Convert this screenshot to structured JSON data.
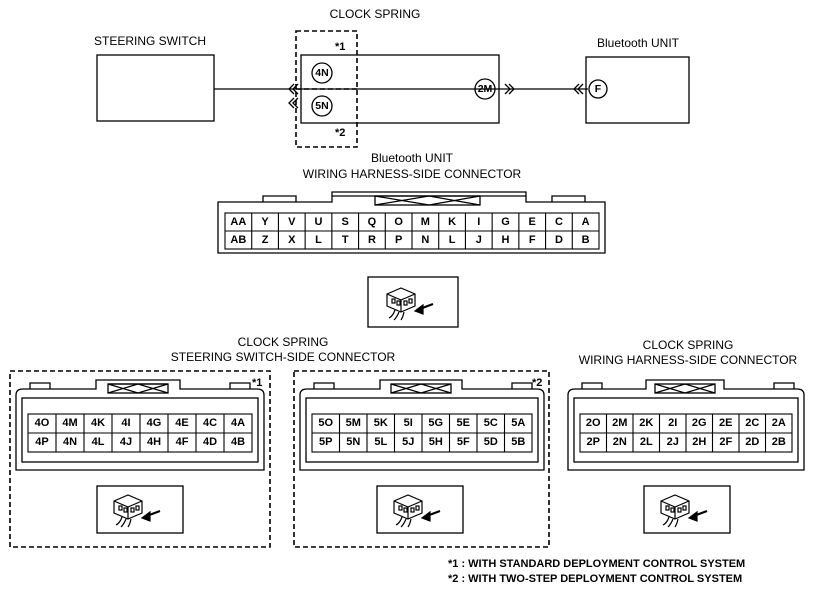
{
  "wiring": {
    "steering_switch": "STEERING SWITCH",
    "clock_spring": "CLOCK SPRING",
    "bluetooth_unit": "Bluetooth UNIT",
    "connector_4n": "4N",
    "connector_5n": "5N",
    "connector_2m": "2M",
    "connector_f": "F",
    "note_1_mark": "*1",
    "note_2_mark": "*2"
  },
  "bt_connector": {
    "title_line1": "Bluetooth UNIT",
    "title_line2": "WIRING HARNESS-SIDE CONNECTOR",
    "top_row": [
      "AA",
      "Y",
      "V",
      "U",
      "S",
      "Q",
      "O",
      "M",
      "K",
      "I",
      "G",
      "E",
      "C",
      "A"
    ],
    "bottom_row": [
      "AB",
      "Z",
      "X",
      "L",
      "T",
      "R",
      "P",
      "N",
      "L",
      "J",
      "H",
      "F",
      "D",
      "B"
    ]
  },
  "cs_steering_connector": {
    "title_line1": "CLOCK SPRING",
    "title_line2": "STEERING SWITCH-SIDE CONNECTOR",
    "variant1": {
      "mark": "*1",
      "top_row": [
        "4O",
        "4M",
        "4K",
        "4I",
        "4G",
        "4E",
        "4C",
        "4A"
      ],
      "bottom_row": [
        "4P",
        "4N",
        "4L",
        "4J",
        "4H",
        "4F",
        "4D",
        "4B"
      ]
    },
    "variant2": {
      "mark": "*2",
      "top_row": [
        "5O",
        "5M",
        "5K",
        "5I",
        "5G",
        "5E",
        "5C",
        "5A"
      ],
      "bottom_row": [
        "5P",
        "5N",
        "5L",
        "5J",
        "5H",
        "5F",
        "5D",
        "5B"
      ]
    }
  },
  "cs_harness_connector": {
    "title_line1": "CLOCK SPRING",
    "title_line2": "WIRING HARNESS-SIDE CONNECTOR",
    "top_row": [
      "2O",
      "2M",
      "2K",
      "2I",
      "2G",
      "2E",
      "2C",
      "2A"
    ],
    "bottom_row": [
      "2P",
      "2N",
      "2L",
      "2J",
      "2H",
      "2F",
      "2D",
      "2B"
    ]
  },
  "notes": [
    "*1 : WITH STANDARD DEPLOYMENT CONTROL SYSTEM",
    "*2 : WITH TWO-STEP DEPLOYMENT CONTROL SYSTEM"
  ],
  "icons": [
    "connector-plug-icon"
  ]
}
